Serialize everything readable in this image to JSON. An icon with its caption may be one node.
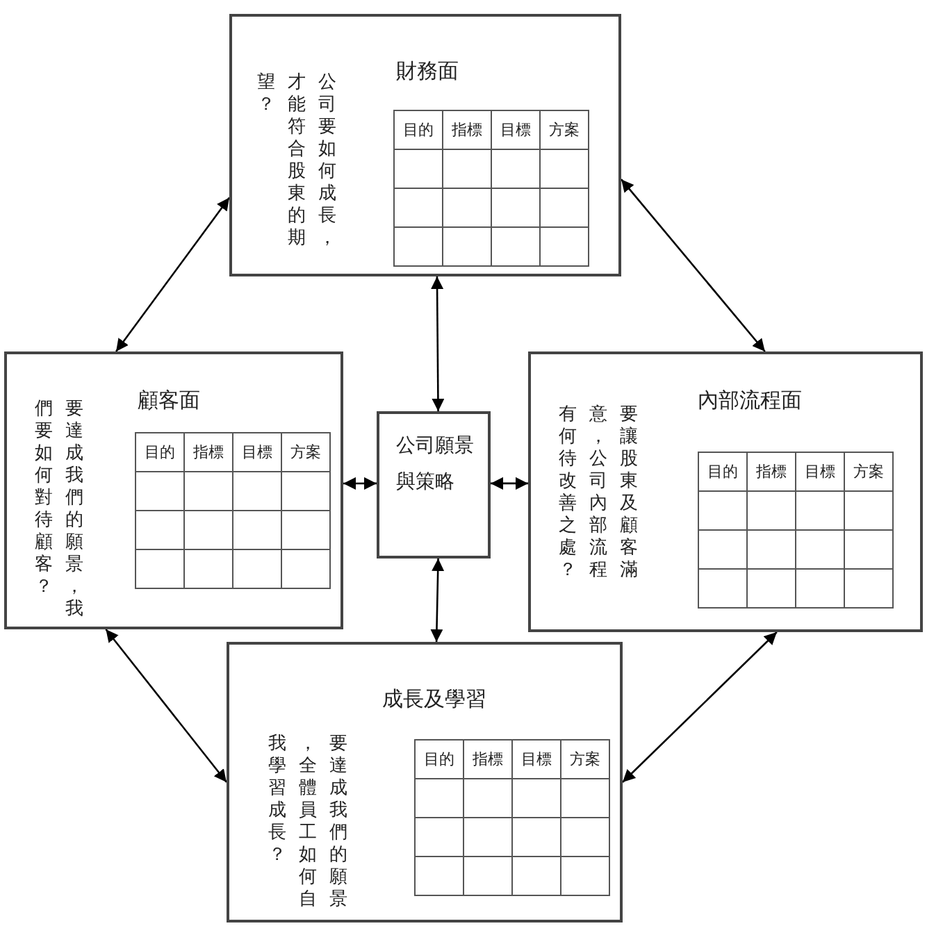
{
  "diagram": {
    "nodes": [
      {
        "text": [
          "財務面",
          "公司要如何成長，才能符合股東的期望？",
          "目的",
          "指標",
          "目標",
          "方案"
        ]
      },
      {
        "text": [
          "顧客面",
          "要達成我們的願景，我們要如何對待顧客？",
          "目的",
          "指標",
          "目標",
          "方案"
        ]
      },
      {
        "text": [
          "公司願景與策略"
        ]
      },
      {
        "text": [
          "內部流程面",
          "要讓股東及顧客滿意，公司內部流程有何待改善之處？",
          "目的",
          "指標",
          "目標",
          "方案"
        ]
      },
      {
        "text": [
          "成長及學習",
          "要達成我們的願景，全體員工如何自我學習成長？",
          "目的",
          "指標",
          "目標",
          "方案"
        ]
      }
    ],
    "edges": [
      {
        "from": 0,
        "to": 2,
        "arrow": "both"
      },
      {
        "from": 1,
        "to": 2,
        "arrow": "both"
      },
      {
        "from": 2,
        "to": 3,
        "arrow": "both"
      },
      {
        "from": 2,
        "to": 4,
        "arrow": "both"
      },
      {
        "from": 0,
        "to": 1,
        "arrow": "both"
      },
      {
        "from": 0,
        "to": 3,
        "arrow": "both"
      },
      {
        "from": 1,
        "to": 4,
        "arrow": "both"
      },
      {
        "from": 3,
        "to": 4,
        "arrow": "both"
      }
    ]
  }
}
